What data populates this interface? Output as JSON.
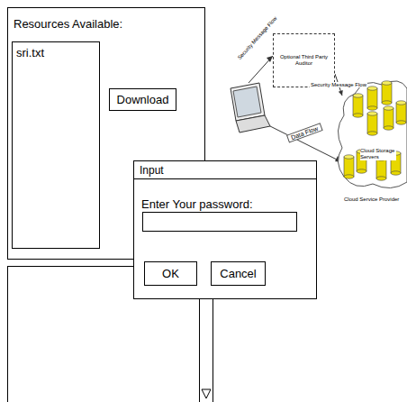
{
  "diagram": {
    "nodes": [
      {
        "text": [
          "Resources Available:"
        ]
      },
      {
        "text": [
          "sri.txt"
        ],
        "in": 0
      },
      {
        "text": [
          "Download"
        ],
        "in": 0
      },
      {
        "text": [
          "Optional Third Party Auditor"
        ]
      },
      {
        "text": [
          "Cloud Storage Servers",
          "Cloud Service Provider"
        ]
      },
      {
        "text": [
          "Input",
          "Enter Your password:"
        ]
      },
      {
        "text": [
          "OK"
        ],
        "in": 5
      },
      {
        "text": [
          "Cancel"
        ],
        "in": 5
      }
    ],
    "edges": [
      {
        "from": 3,
        "to": 4,
        "arrow": "to",
        "label": "Security Message Flow"
      }
    ],
    "labels": [
      "Security Message Flow",
      "Data Flow"
    ]
  }
}
